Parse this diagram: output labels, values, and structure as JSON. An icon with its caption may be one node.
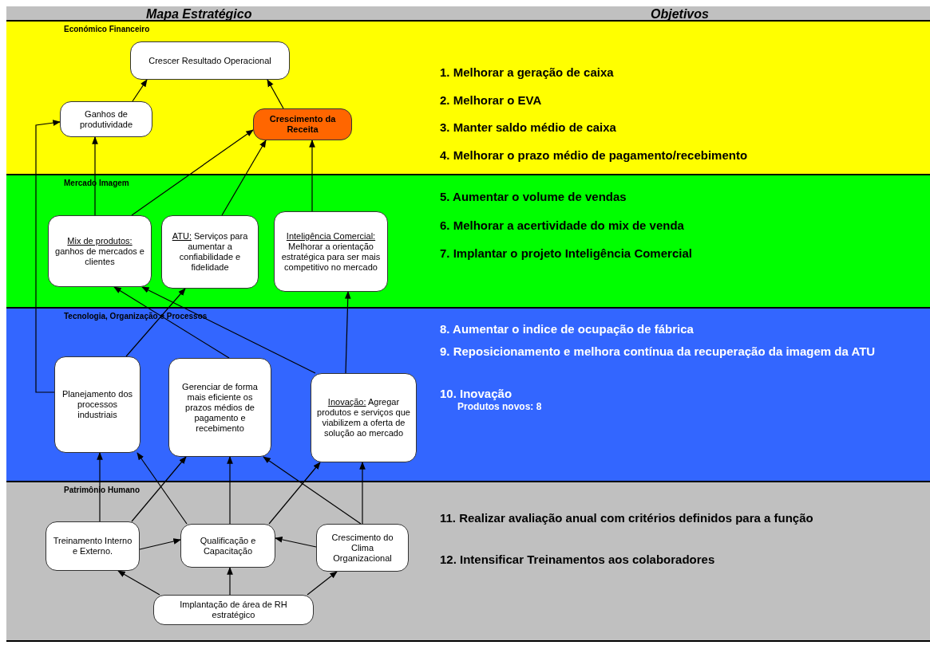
{
  "diagram": {
    "nodes": [
      {
        "text": [
          "Económico Financeiro",
          "1. Melhorar a geração de caixa",
          "2. Melhorar o EVA",
          "3. Manter saldo médio de caixa",
          "4. Melhorar o prazo médio de pagamento/recebimento"
        ]
      },
      {
        "text": [
          "Crescer Resultado Operacional"
        ],
        "in": 0
      },
      {
        "text": [
          "Ganhos de produtividade"
        ],
        "in": 0
      },
      {
        "text": [
          "Crescimento da Receita"
        ],
        "in": 0
      },
      {
        "text": [
          "Mercado Imagem",
          "5. Aumentar o volume de vendas",
          "6. Melhorar a acertividade do mix de venda",
          "7. Implantar o projeto Inteligência Comercial"
        ]
      },
      {
        "text": [
          "Mix de produtos:",
          "ganhos de mercados e clientes"
        ],
        "in": 4
      },
      {
        "text": [
          "ATU:",
          "Serviços para aumentar a confiabilidade e fidelidade"
        ],
        "in": 4
      },
      {
        "text": [
          "Inteligência Comercial:",
          "Melhorar a orientação estratégica para ser mais competitivo no mercado"
        ],
        "in": 4
      },
      {
        "text": [
          "Tecnologia, Organização e Processos",
          "8. Aumentar o indice de ocupação de fábrica",
          "9. Reposicionamento e melhora contínua da recuperação da imagem da ATU",
          "10. Inovação",
          "Produtos novos: 8"
        ]
      },
      {
        "text": [
          "Planejamento dos processos industriais"
        ],
        "in": 8
      },
      {
        "text": [
          "Gerenciar de forma mais eficiente os prazos médios de pagamento e recebimento"
        ],
        "in": 8
      },
      {
        "text": [
          "Inovação:",
          "Agregar produtos e serviços que viabilizem a oferta de solução ao mercado"
        ],
        "in": 8
      },
      {
        "text": [
          "Patrimônio Humano",
          "11. Realizar avaliação anual com critérios definidos para a função",
          "12. Intensificar Treinamentos aos colaboradores"
        ]
      },
      {
        "text": [
          "Treinamento Interno e Externo."
        ],
        "in": 12
      },
      {
        "text": [
          "Qualificação e Capacitação"
        ],
        "in": 12
      },
      {
        "text": [
          "Crescimento do Clima Organizacional"
        ],
        "in": 12
      },
      {
        "text": [
          "Implantação de área de RH estratégico"
        ],
        "in": 12
      }
    ],
    "edges": [
      {
        "from": 2,
        "to": 1,
        "arrow": "to"
      },
      {
        "from": 3,
        "to": 1,
        "arrow": "to"
      },
      {
        "from": 5,
        "to": 2,
        "arrow": "to"
      },
      {
        "from": 5,
        "to": 3,
        "arrow": "to"
      },
      {
        "from": 6,
        "to": 3,
        "arrow": "to"
      },
      {
        "from": 7,
        "to": 3,
        "arrow": "to"
      },
      {
        "from": 9,
        "to": 2,
        "arrow": "to"
      },
      {
        "from": 9,
        "to": 6,
        "arrow": "to"
      },
      {
        "from": 10,
        "to": 5,
        "arrow": "to"
      },
      {
        "from": 11,
        "to": 5,
        "arrow": "to"
      },
      {
        "from": 11,
        "to": 7,
        "arrow": "to"
      },
      {
        "from": 13,
        "to": 9,
        "arrow": "to"
      },
      {
        "from": 13,
        "to": 10,
        "arrow": "to"
      },
      {
        "from": 14,
        "to": 9,
        "arrow": "to"
      },
      {
        "from": 14,
        "to": 10,
        "arrow": "to"
      },
      {
        "from": 14,
        "to": 11,
        "arrow": "to"
      },
      {
        "from": 15,
        "to": 10,
        "arrow": "to"
      },
      {
        "from": 15,
        "to": 11,
        "arrow": "to"
      },
      {
        "from": 13,
        "to": 14,
        "arrow": "to"
      },
      {
        "from": 15,
        "to": 14,
        "arrow": "to"
      },
      {
        "from": 16,
        "to": 13,
        "arrow": "to"
      },
      {
        "from": 16,
        "to": 14,
        "arrow": "to"
      },
      {
        "from": 16,
        "to": 15,
        "arrow": "to"
      }
    ],
    "labels": [
      "Mapa Estratégico",
      "Objetivos"
    ]
  }
}
